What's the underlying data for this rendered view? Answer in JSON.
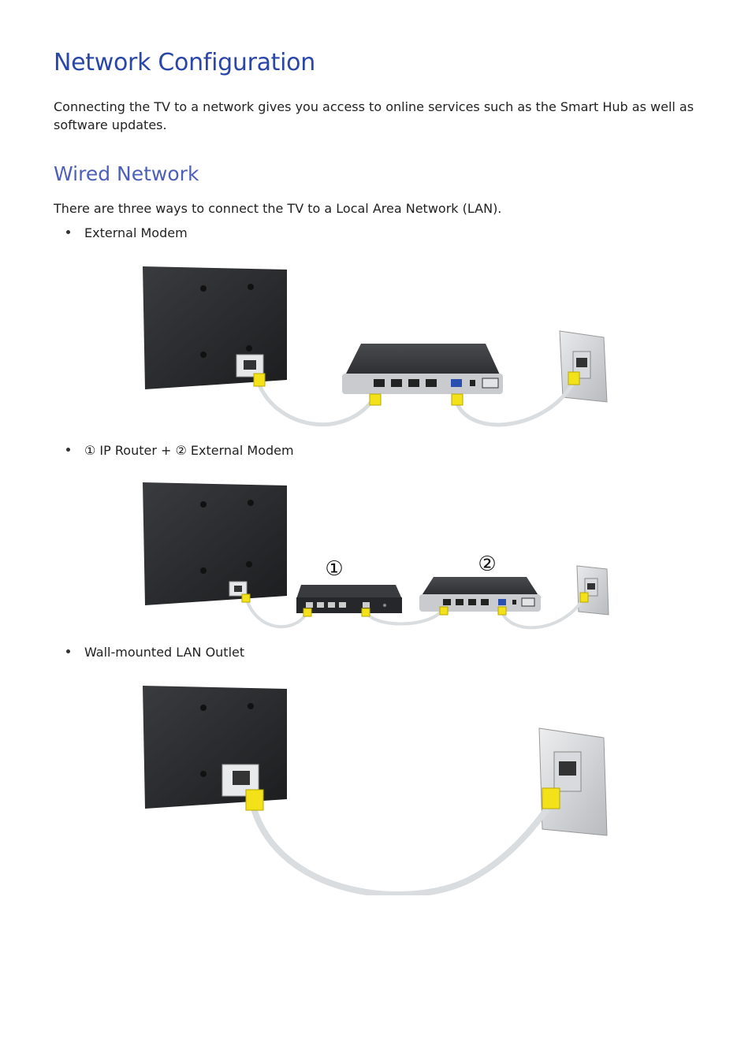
{
  "page": {
    "title": "Network Configuration",
    "intro": "Connecting the TV to a network gives you access to online services such as the Smart Hub as well as software updates.",
    "section_title": "Wired Network",
    "lead": "There are three ways to connect the TV to a Local Area Network (LAN).",
    "bullets": [
      {
        "label": "External Modem"
      },
      {
        "label": "① IP Router + ② External Modem"
      },
      {
        "label": "Wall-mounted LAN Outlet"
      }
    ],
    "diagram2": {
      "marker_router": "①",
      "marker_modem": "②"
    }
  },
  "colors": {
    "title": "#2a46a8",
    "section": "#4d5fb8",
    "cable_plug": "#f3e21a",
    "cable": "#d9dde0",
    "device_dark": "#2f3033"
  }
}
